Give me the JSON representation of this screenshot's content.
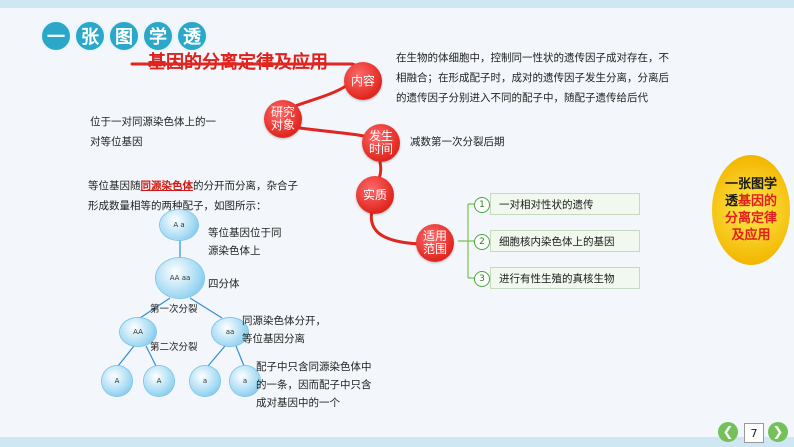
{
  "header": {
    "chars": [
      "一",
      "张",
      "图",
      "学",
      "透"
    ],
    "title": "基因的分离定律及应用"
  },
  "bubbles": {
    "content": "内容",
    "object": [
      "研究",
      "对象"
    ],
    "time": [
      "发生",
      "时间"
    ],
    "essence": "实质",
    "scope": [
      "适用",
      "范围"
    ]
  },
  "texts": {
    "content": [
      "在生物的体细胞中，控制同一性状的遗传因子成对存在，不",
      "相融合；在形成配子时，成对的遗传因子发生分离，分离后",
      "的遗传因子分别进入不同的配子中，随配子遗传给后代"
    ],
    "object": [
      "位于一对同源染色体上的一",
      "对等位基因"
    ],
    "time": "减数第一次分裂后期",
    "essence_pre": "等位基因随",
    "essence_red": "同源染色体",
    "essence_post": "的分开而分离，杂合子",
    "essence_line2": "形成数量相等的两种配子，如图所示：",
    "diagram_note1": [
      "等位基因位于同",
      "源染色体上"
    ],
    "diagram_note2": "四分体",
    "division1": "第一次分裂",
    "diagram_note3": [
      "同源染色体分开，",
      "等位基因分离"
    ],
    "division2": "第二次分裂",
    "diagram_note4": [
      "配子中只含同源染色体中",
      "的一条，因而配子中只含",
      "成对基因中的一个"
    ]
  },
  "scope_items": [
    {
      "num": "1",
      "text": "一对相对性状的遗传"
    },
    {
      "num": "2",
      "text": "细胞核内染色体上的基因"
    },
    {
      "num": "3",
      "text": "进行有性生殖的真核生物"
    }
  ],
  "sun": {
    "line1": "一张图学",
    "line2_pre": "透",
    "line2_hl": "基因的",
    "line3": "分离定律",
    "line4": "及应用"
  },
  "cells": {
    "top": "A a",
    "tetrad": "AA aa",
    "mid_left": "AA",
    "mid_right": "aa",
    "g1": "A",
    "g2": "A",
    "g3": "a",
    "g4": "a"
  },
  "nav": {
    "prev": "❮",
    "next": "❯",
    "page": "7"
  },
  "colors": {
    "accent": "#e0201c",
    "teal": "#2aa7c9",
    "green": "#74c15a",
    "yellow": "#f2b600"
  }
}
